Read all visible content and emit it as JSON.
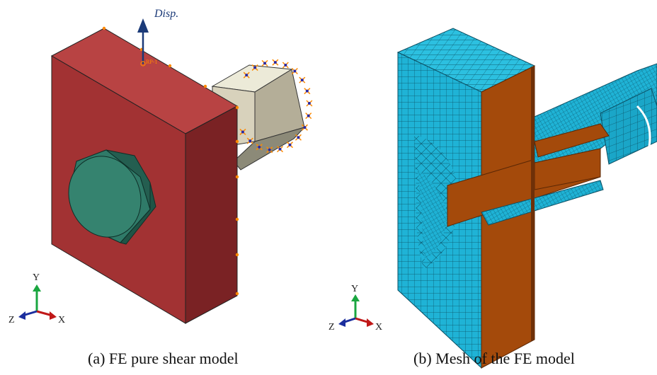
{
  "figure": {
    "disp_label": "Disp.",
    "rp_label": "RP-1",
    "caption_a": "(a) FE pure shear model",
    "caption_b": "(b) Mesh of the FE model"
  },
  "triad_a": {
    "y": "Y",
    "x": "X",
    "z": "Z"
  },
  "triad_b": {
    "y": "Y",
    "x": "X",
    "z": "Z"
  },
  "colors": {
    "plate_front": "#a23233",
    "plate_side": "#7a2224",
    "bolt_head": "#2f7a68",
    "bolt_shank": "#d8d2bc",
    "mesh_blue": "#1fb3d6",
    "cut_section": "#a44a0b",
    "displacement_arrow": "#1b3a78",
    "boundary_marker": "#ff8a00"
  }
}
